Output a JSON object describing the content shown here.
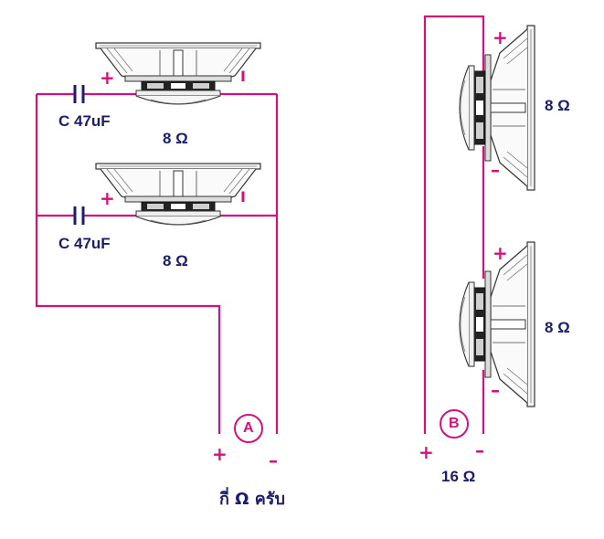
{
  "circuit_a": {
    "cap_top": "C 47uF",
    "cap_bottom": "C 47uF",
    "imp_top": "8 Ω",
    "imp_bottom": "8 Ω",
    "label": "A",
    "plus": "+",
    "minus": "–"
  },
  "circuit_b": {
    "imp_top": "8 Ω",
    "imp_bottom": "8 Ω",
    "label": "B",
    "plus": "+",
    "minus": "–",
    "total": "16 Ω"
  },
  "speaker_polarity": {
    "plus": "+",
    "minus": "–",
    "tick": "I"
  },
  "question": "กี่ Ω ครับ",
  "colors": {
    "wire": "#d4117a",
    "text": "#1c1c6e",
    "speaker": "#333333"
  }
}
